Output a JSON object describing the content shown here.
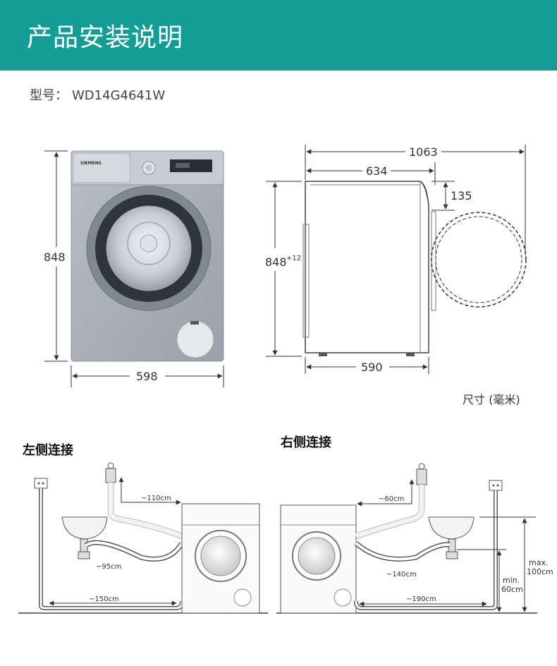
{
  "header": {
    "title": "产品安装说明",
    "bg_color": "#149c96"
  },
  "model": {
    "label": "型号：",
    "value": "WD14G4641W"
  },
  "front_view": {
    "brand": "SIEMENS",
    "height_label": "848",
    "width_label": "598"
  },
  "side_view": {
    "total_depth_label": "1063",
    "body_depth_label": "634",
    "door_offset_label": "135",
    "height_label": "848",
    "height_suffix": "+12",
    "base_depth_label": "590"
  },
  "unit_note": "尺寸 (毫米)",
  "left_connection": {
    "title": "左侧连接",
    "hose_distance_1": "~110cm",
    "hose_distance_2": "~95cm",
    "hose_distance_3": "~150cm"
  },
  "right_connection": {
    "title": "右侧连接",
    "hose_distance_1": "~60cm",
    "hose_distance_2": "~140cm",
    "hose_distance_3": "~190cm",
    "max_label": "max.",
    "max_value": "100cm",
    "min_label": "min.",
    "min_value": "60cm"
  }
}
